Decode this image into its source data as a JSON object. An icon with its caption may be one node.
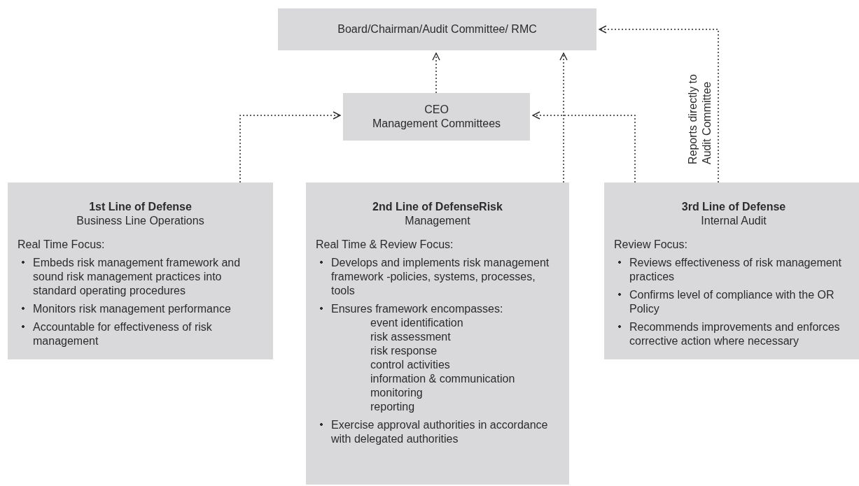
{
  "diagram": {
    "nodes": [
      {
        "text": [
          "Board/Chairman/Audit Committee/ RMC"
        ]
      },
      {
        "text": [
          "CEO",
          "Management Committees"
        ]
      },
      {
        "text": [
          "1st Line of Defense",
          "Business Line Operations",
          "Real Time Focus:",
          "Embeds risk management framework and sound risk management practices into standard operating procedures",
          "Monitors risk management performance",
          "Accountable for effectiveness of risk management"
        ]
      },
      {
        "text": [
          "2nd Line of DefenseRisk",
          "Management",
          "Real Time & Review Focus:",
          "Develops and implements risk management framework -policies, systems, processes, tools",
          "Ensures framework encompasses:",
          "event identification",
          "risk assessment",
          "risk response",
          "control activities",
          "information & communication",
          "monitoring",
          "reporting",
          "Exercise approval authorities in accordance with delegated authorities"
        ]
      },
      {
        "text": [
          "3rd Line of Defense",
          "Internal Audit",
          "Review Focus:",
          "Reviews effectiveness of risk management practices",
          "Confirms level of compliance with the OR Policy",
          "Recommends improvements and enforces corrective action where necessary"
        ]
      }
    ],
    "edges": [
      {
        "from": 1,
        "to": 0,
        "arrow": "to",
        "style": "dashed"
      },
      {
        "from": 2,
        "to": 1,
        "arrow": "to",
        "style": "dashed"
      },
      {
        "from": 3,
        "to": 0,
        "arrow": "to",
        "style": "dashed"
      },
      {
        "from": 4,
        "to": 1,
        "arrow": "to",
        "style": "dashed"
      },
      {
        "from": 4,
        "to": 0,
        "arrow": "to",
        "style": "dashed",
        "label": "Reports directly to Audit Committee"
      }
    ]
  }
}
